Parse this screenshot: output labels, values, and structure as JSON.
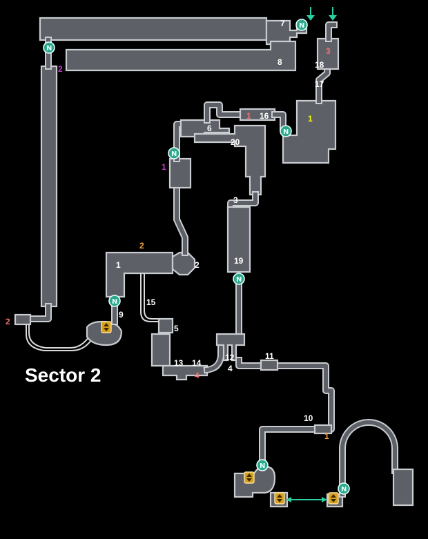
{
  "map": {
    "title": "Sector 2",
    "colors": {
      "background": "#000000",
      "room_fill": "#5d6066",
      "room_outline": "#c9ccd0",
      "label_white": "#ffffff",
      "label_red": "#f07070",
      "label_orange": "#f0a040",
      "label_magenta": "#c040c0",
      "label_yellow": "#ffff00",
      "nav_green": "#2aa889",
      "lift_gold": "#d8a020"
    },
    "labels": {
      "room_1_main": "1",
      "room_2_main": "2",
      "room_3": "3",
      "room_4": "4",
      "room_5": "5",
      "room_6": "6",
      "room_7": "7",
      "room_8": "8",
      "room_9": "9",
      "room_10": "10",
      "room_11": "11",
      "room_12": "12",
      "room_13": "13",
      "room_14": "14",
      "room_15": "15",
      "room_16": "16",
      "room_17": "17",
      "room_18": "18",
      "room_19": "19",
      "room_20": "20",
      "yellow_1": "1",
      "red_1": "1",
      "red_2": "2",
      "red_3": "3",
      "red_4": "4",
      "orange_1": "1",
      "orange_2": "2",
      "magenta_1": "1",
      "magenta_2": "2"
    },
    "icons": {
      "nav_point": "N",
      "lift": "elevator-icon",
      "entrance": "down-arrow-icon"
    }
  }
}
